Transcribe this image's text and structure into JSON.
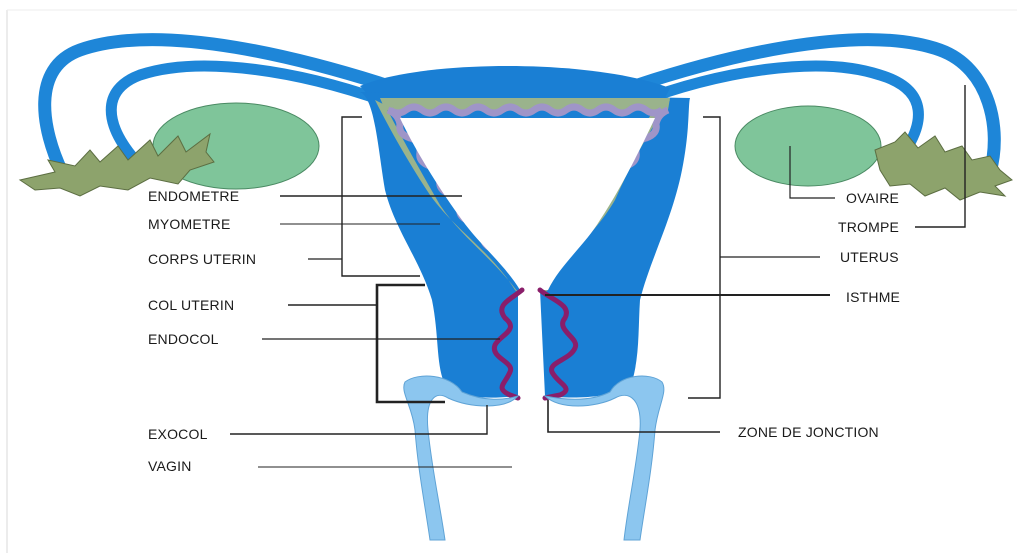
{
  "labels": {
    "endometre": "ENDOMETRE",
    "myometre": "MYOMETRE",
    "corps_uterin": "CORPS UTERIN",
    "col_uterin": "COL UTERIN",
    "endocol": "ENDOCOL",
    "exocol": "EXOCOL",
    "vagin": "VAGIN",
    "ovaire": "OVAIRE",
    "trompe": "TROMPE",
    "uterus": "UTERUS",
    "isthme": "ISTHME",
    "zone_de_jonction": "ZONE DE JONCTION"
  },
  "colors": {
    "uterus_blue": "#1a7fd4",
    "tube_blue": "#1e86d8",
    "vagina_blue": "#8cc6ef",
    "endometrium_lavender": "#9f95c8",
    "myometrium_green": "#9ab38c",
    "ovary_green": "#7fc59a",
    "fimbria_green": "#8da36c",
    "endocol_purple": "#8a1e6a",
    "leader_line": "#222222"
  }
}
